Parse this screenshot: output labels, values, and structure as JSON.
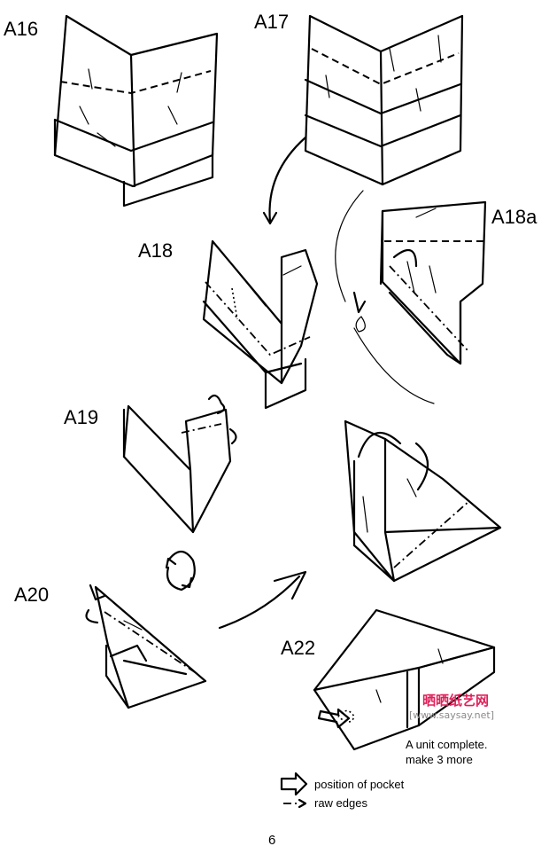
{
  "steps": {
    "a16": "A16",
    "a17": "A17",
    "a18": "A18",
    "a18a": "A18a",
    "a19": "A19",
    "a20": "A20",
    "a22": "A22"
  },
  "completion_note": {
    "line1": "A unit complete.",
    "line2": "make 3 more"
  },
  "legend": {
    "pocket_label": "position of pocket",
    "raw_edges_label": "raw edges"
  },
  "watermark": {
    "brand": "晒晒纸艺网",
    "url": "[www.saysay.net]"
  },
  "page_number": "6",
  "colors": {
    "ink": "#000000",
    "watermark_brand": "#e0205a",
    "watermark_url": "#8a8a8a"
  }
}
